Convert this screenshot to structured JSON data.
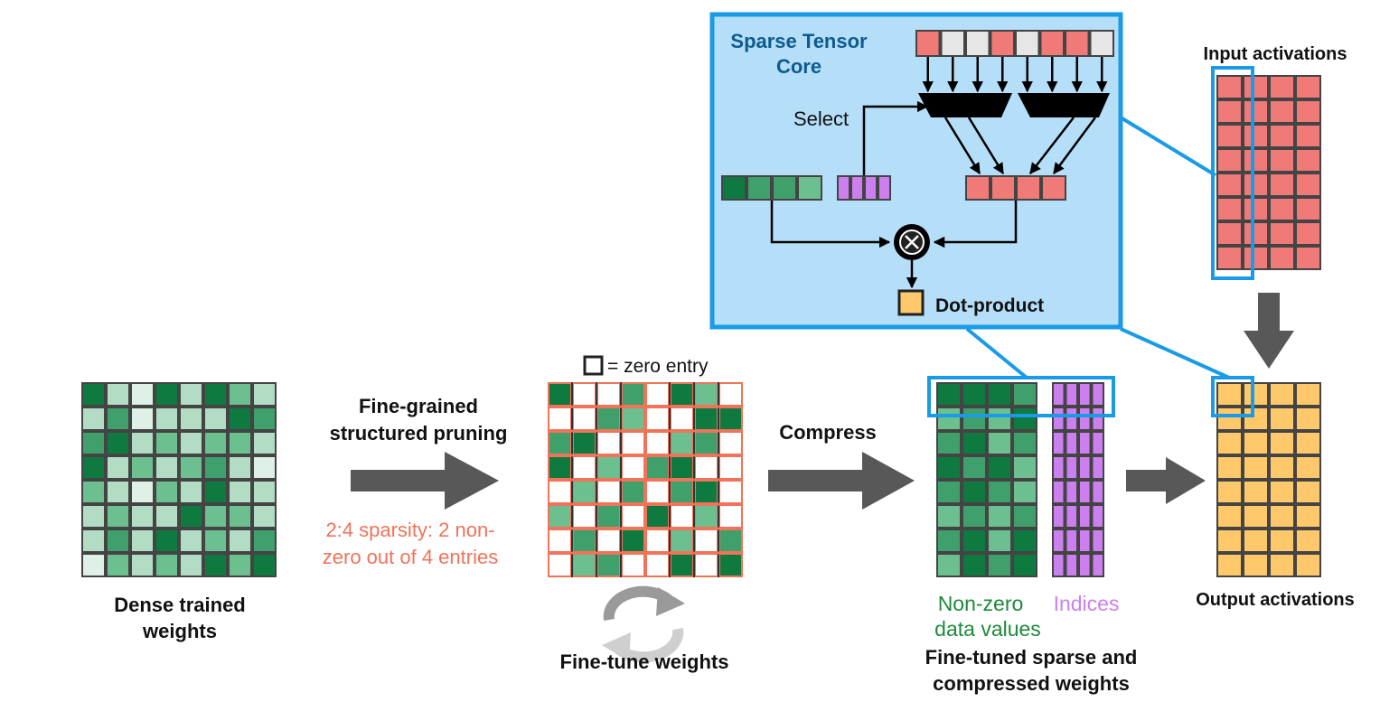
{
  "labels": {
    "dense_1": "Dense trained",
    "dense_2": "weights",
    "pruning_1": "Fine-grained",
    "pruning_2": "structured pruning",
    "sparsity_1": "2:4 sparsity: 2 non-",
    "sparsity_2": "zero out of 4 entries",
    "zero_entry": "= zero entry",
    "fine_tune": "Fine-tune weights",
    "compress": "Compress",
    "nonzero_1": "Non-zero",
    "nonzero_2": "data values",
    "indices": "Indices",
    "sparse_1": "Fine-tuned sparse and",
    "sparse_2": "compressed weights",
    "input_act": "Input activations",
    "output_act": "Output activations",
    "core_1": "Sparse Tensor",
    "core_2": "Core",
    "select": "Select",
    "dot_product": "Dot-product"
  },
  "colors": {
    "green": [
      "#0f7a3f",
      "#3fa06b",
      "#6cbf8f",
      "#b3dcc5",
      "#dff0e6"
    ],
    "pruned_border": "#f0735a",
    "red_cell": "#f07a78",
    "gray_cell": "#e6e6e6",
    "purple": "#cc80f0",
    "yellow": "#ffc96b",
    "core_bg": "#b5def8",
    "core_border": "#1a9be6",
    "arrow": "#585858"
  },
  "dense_weights": [
    [
      0,
      3,
      4,
      0,
      3,
      0,
      2,
      3
    ],
    [
      3,
      1,
      4,
      3,
      3,
      3,
      0,
      1
    ],
    [
      1,
      0,
      3,
      2,
      3,
      2,
      2,
      3
    ],
    [
      0,
      3,
      2,
      3,
      2,
      1,
      3,
      4
    ],
    [
      2,
      3,
      4,
      2,
      3,
      0,
      3,
      3
    ],
    [
      3,
      2,
      3,
      3,
      0,
      2,
      2,
      3
    ],
    [
      3,
      1,
      3,
      0,
      3,
      2,
      3,
      1
    ],
    [
      4,
      2,
      3,
      2,
      3,
      0,
      2,
      0
    ]
  ],
  "pruned_weights": [
    [
      0,
      -1,
      -1,
      1,
      -1,
      0,
      2,
      -1
    ],
    [
      -1,
      -1,
      1,
      2,
      -1,
      -1,
      0,
      0
    ],
    [
      1,
      0,
      -1,
      -1,
      -1,
      2,
      1,
      -1
    ],
    [
      0,
      -1,
      2,
      -1,
      1,
      0,
      -1,
      -1
    ],
    [
      -1,
      2,
      -1,
      1,
      -1,
      1,
      0,
      -1
    ],
    [
      2,
      -1,
      1,
      -1,
      0,
      -1,
      2,
      -1
    ],
    [
      -1,
      1,
      -1,
      0,
      -1,
      2,
      -1,
      1
    ],
    [
      -1,
      2,
      1,
      -1,
      -1,
      0,
      -1,
      0
    ]
  ],
  "compressed_values": [
    [
      0,
      0,
      0,
      1
    ],
    [
      2,
      1,
      2,
      0
    ],
    [
      1,
      0,
      2,
      1
    ],
    [
      0,
      1,
      0,
      2
    ],
    [
      1,
      0,
      1,
      2
    ],
    [
      2,
      1,
      2,
      1
    ],
    [
      1,
      0,
      2,
      0
    ],
    [
      2,
      0,
      1,
      0
    ]
  ],
  "top_vector": [
    "red",
    "gray",
    "gray",
    "red",
    "gray",
    "red",
    "red",
    "gray"
  ]
}
